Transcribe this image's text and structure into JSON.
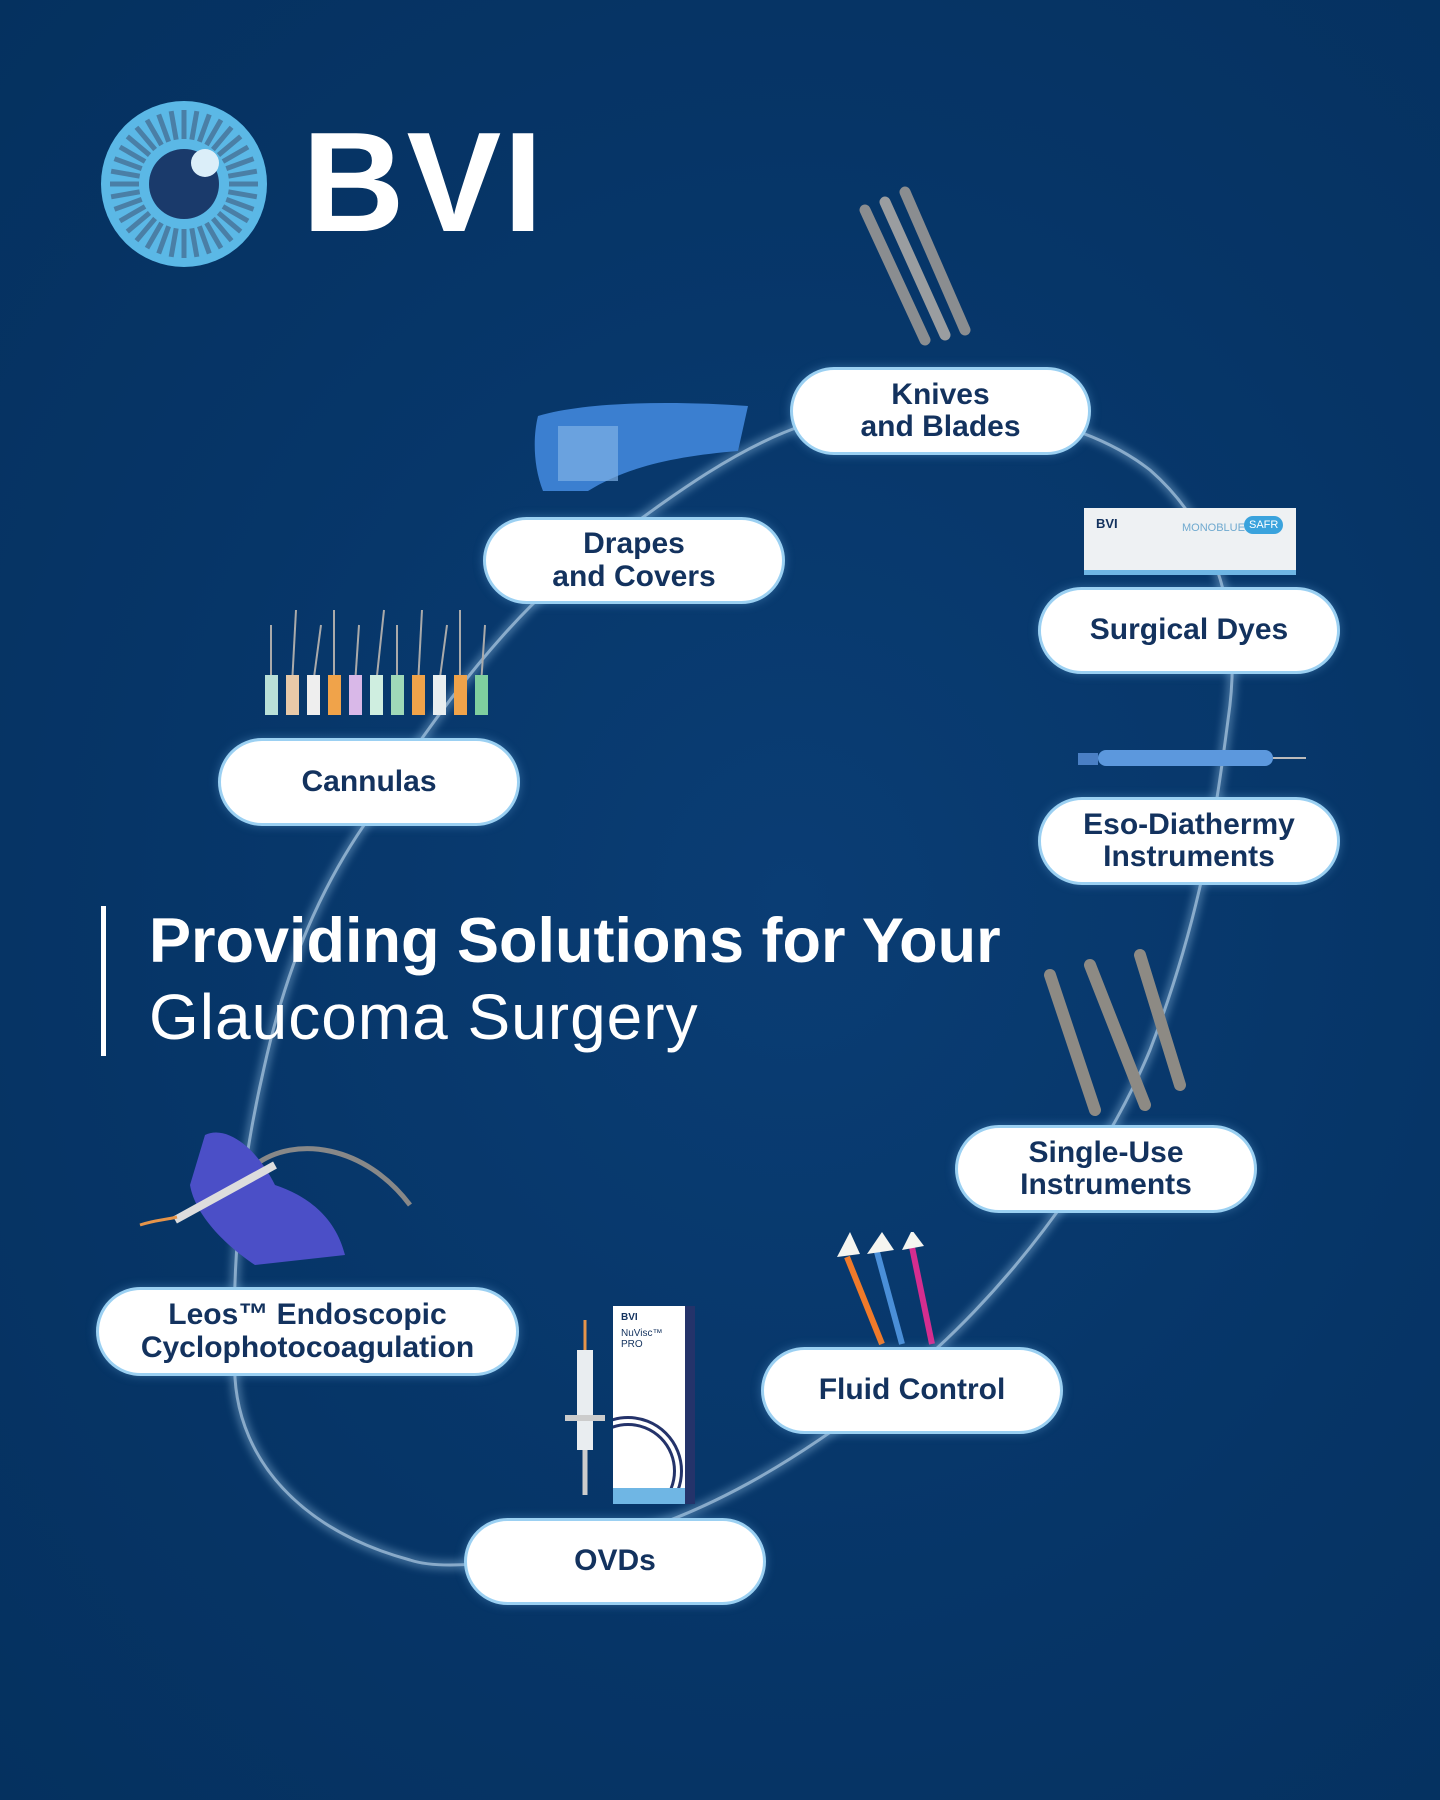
{
  "brand": {
    "name": "BVI",
    "logo_icon": "eye-icon"
  },
  "headline": {
    "line1": "Providing Solutions for Your",
    "line2": "Glaucoma Surgery"
  },
  "products": [
    {
      "label": "Knives\nand Blades",
      "icon": "knives-image"
    },
    {
      "label": "Drapes\nand Covers",
      "icon": "drape-image"
    },
    {
      "label": "Surgical Dyes",
      "icon": "dye-box-image"
    },
    {
      "label": "Cannulas",
      "icon": "cannulas-image"
    },
    {
      "label": "Eso-Diathermy\nInstruments",
      "icon": "diathermy-pen-image"
    },
    {
      "label": "Single-Use\nInstruments",
      "icon": "forceps-image"
    },
    {
      "label": "Leos™ Endoscopic\nCyclophotocoagulation",
      "icon": "endoscope-hand-image"
    },
    {
      "label": "Fluid Control",
      "icon": "sponges-image"
    },
    {
      "label": "OVDs",
      "icon": "syringe-box-image"
    }
  ],
  "dye_box": {
    "brand": "BVI",
    "product": "MONOBLUE",
    "badge": "SAFR"
  },
  "ovd_box": {
    "brand": "BVI",
    "product": "NuVisc™ PRO"
  },
  "colors": {
    "background": "#063567",
    "accent": "#5bb8e6",
    "pill_border": "#9bd0f2",
    "text_dark": "#13325e"
  }
}
